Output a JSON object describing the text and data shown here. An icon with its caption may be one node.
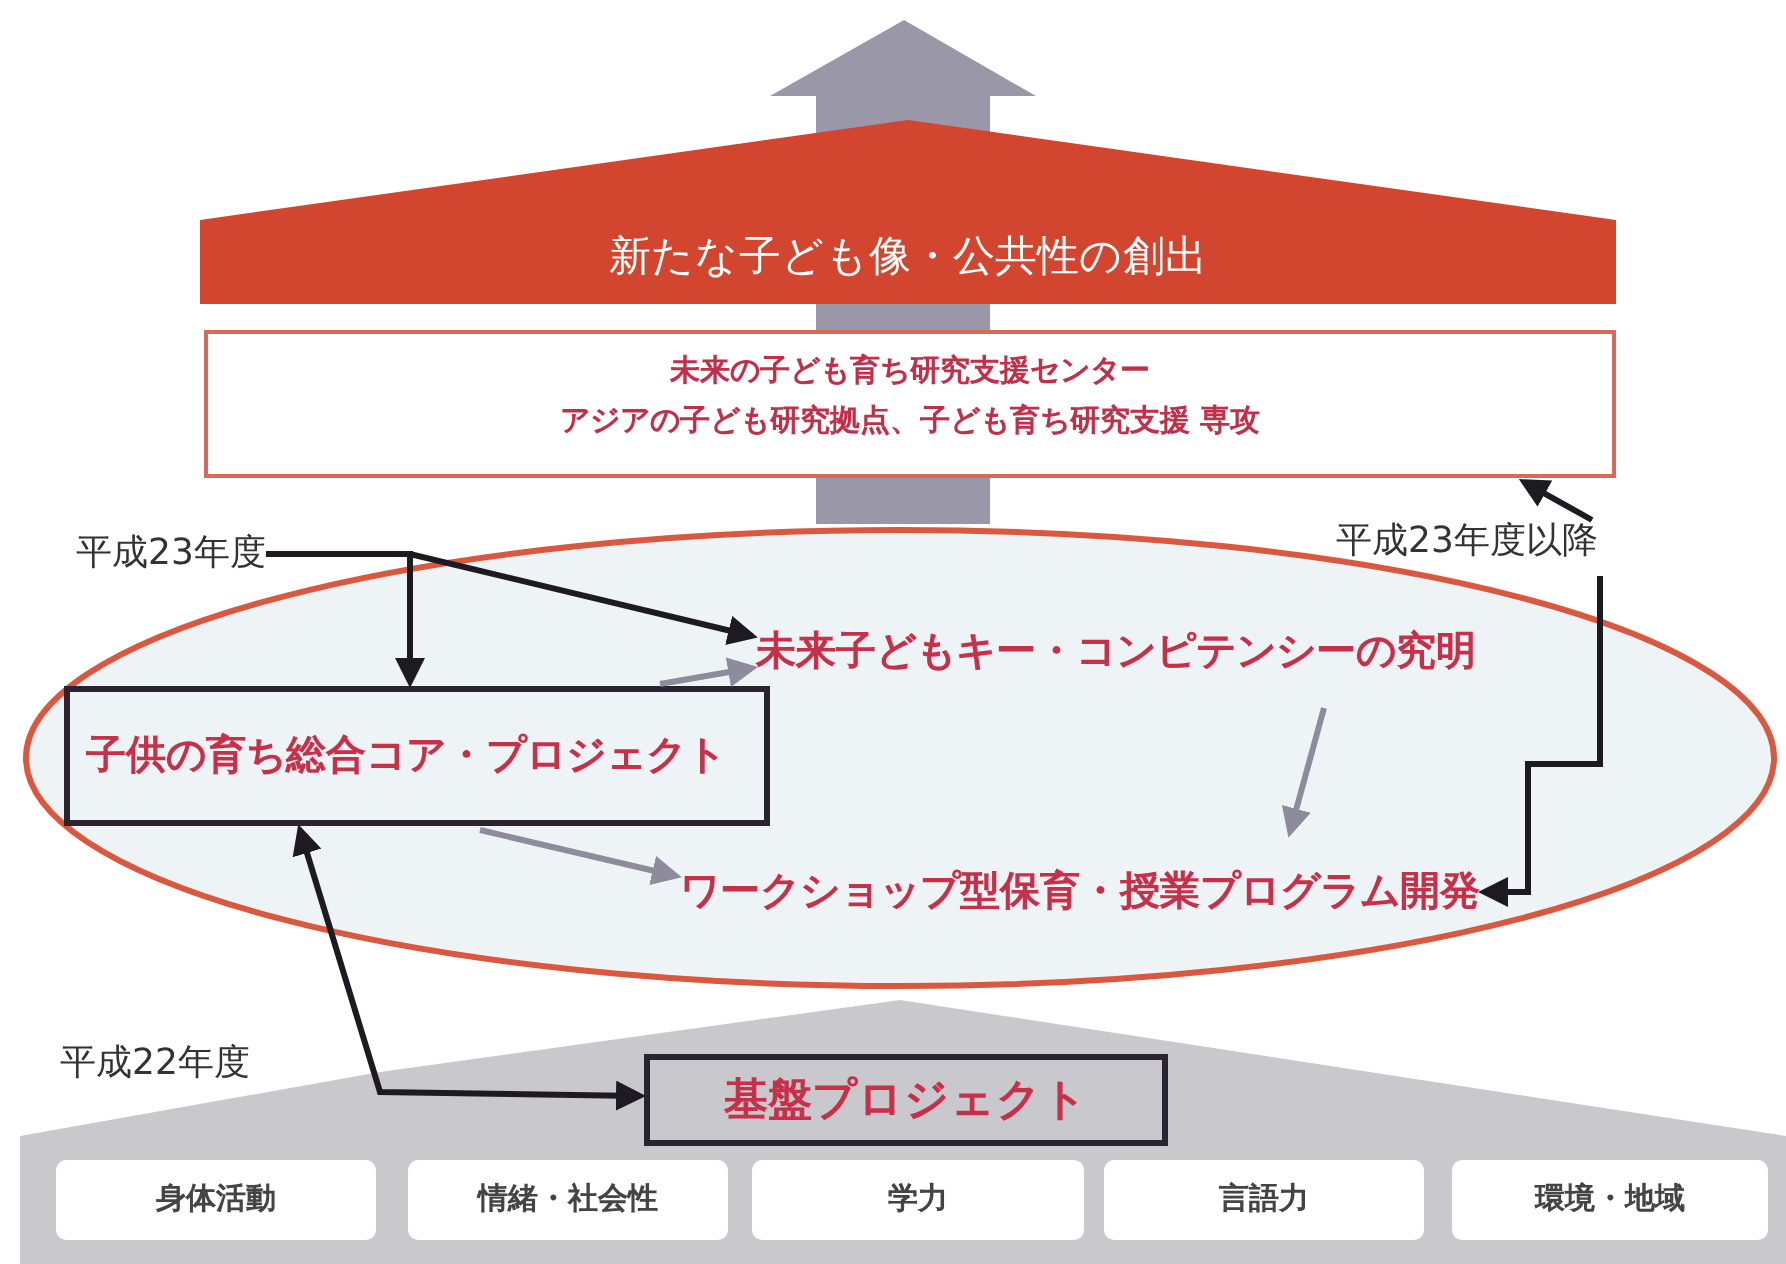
{
  "diagram": {
    "nodes": [
      {
        "text": [
          "新たな子ども像・公共性の創出"
        ]
      },
      {
        "text": [
          "未来の子ども育ち研究支援センター",
          "アジアの子ども研究拠点、子ども育ち研究支援 専攻"
        ]
      },
      {
        "text": [],
        "shape": "ellipse"
      },
      {
        "text": [
          "平成23年度"
        ]
      },
      {
        "text": [
          "平成23年度以降"
        ]
      },
      {
        "text": [
          "子供の育ち総合コア・プロジェクト"
        ],
        "in": 2
      },
      {
        "text": [
          "未来子どもキー・コンピテンシーの究明"
        ],
        "in": 2
      },
      {
        "text": [
          "ワークショップ型保育・授業プログラム開発"
        ],
        "in": 2
      },
      {
        "text": [],
        "shape": "band"
      },
      {
        "text": [
          "基盤プロジェクト"
        ],
        "in": 8
      },
      {
        "text": [
          "身体活動"
        ],
        "in": 8
      },
      {
        "text": [
          "情緒・社会性"
        ],
        "in": 8
      },
      {
        "text": [
          "学力"
        ],
        "in": 8
      },
      {
        "text": [
          "言語力"
        ],
        "in": 8
      },
      {
        "text": [
          "環境・地域"
        ],
        "in": 8
      }
    ],
    "edges": [
      {
        "from": 3,
        "to": 5,
        "arrow": "to"
      },
      {
        "from": 3,
        "to": 6,
        "arrow": "to"
      },
      {
        "from": 4,
        "to": 1,
        "arrow": "to"
      },
      {
        "from": 4,
        "to": 7,
        "arrow": "to"
      },
      {
        "from": 5,
        "to": 9,
        "arrow": "both"
      },
      {
        "from": 5,
        "to": 6,
        "arrow": "to",
        "color": "#8e8c9c"
      },
      {
        "from": 6,
        "to": 7,
        "arrow": "to",
        "color": "#8e8c9c"
      },
      {
        "from": 5,
        "to": 7,
        "arrow": "to",
        "color": "#8e8c9c"
      }
    ],
    "labels": [
      "平成22年度"
    ]
  }
}
